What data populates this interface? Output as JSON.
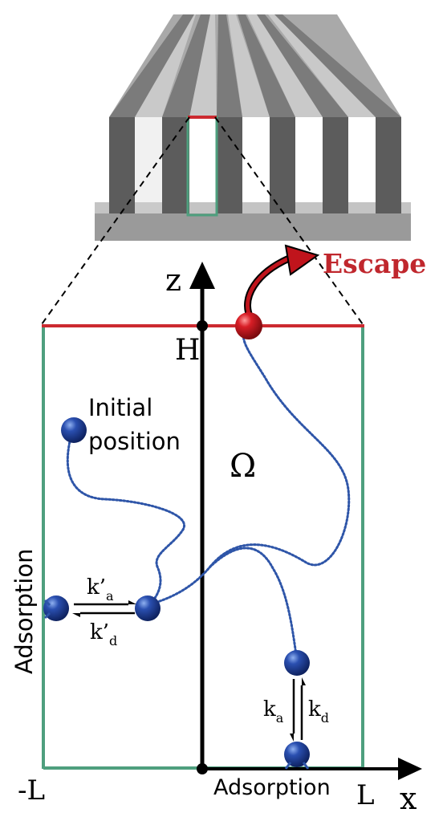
{
  "labels": {
    "escape": "Escape",
    "z_axis": "z",
    "x_axis": "x",
    "height": "H",
    "domain": "Ω",
    "initial_line1": "Initial",
    "initial_line2": "position",
    "adsorption_side": "Adsorption",
    "adsorption_bottom": "Adsorption",
    "minus_l": "-L",
    "plus_l": "L",
    "k_prime_a": {
      "base": "k’",
      "sub": "a"
    },
    "k_prime_d": {
      "base": "k’",
      "sub": "d"
    },
    "k_a": {
      "base": "k",
      "sub": "a"
    },
    "k_d": {
      "base": "k",
      "sub": "d"
    }
  },
  "colors": {
    "boundary_green": "#4e9f7e",
    "boundary_red": "#cc2a30",
    "escape_text": "#c0272d",
    "particle_blue": "#1c3a8a",
    "particle_red": "#c0141c",
    "path_blue": "#2e55a8",
    "axis": "#000000",
    "grating_dark": "#5a5a5a",
    "grating_light": "#bdbdbd",
    "grating_base": "#9a9a9a"
  }
}
